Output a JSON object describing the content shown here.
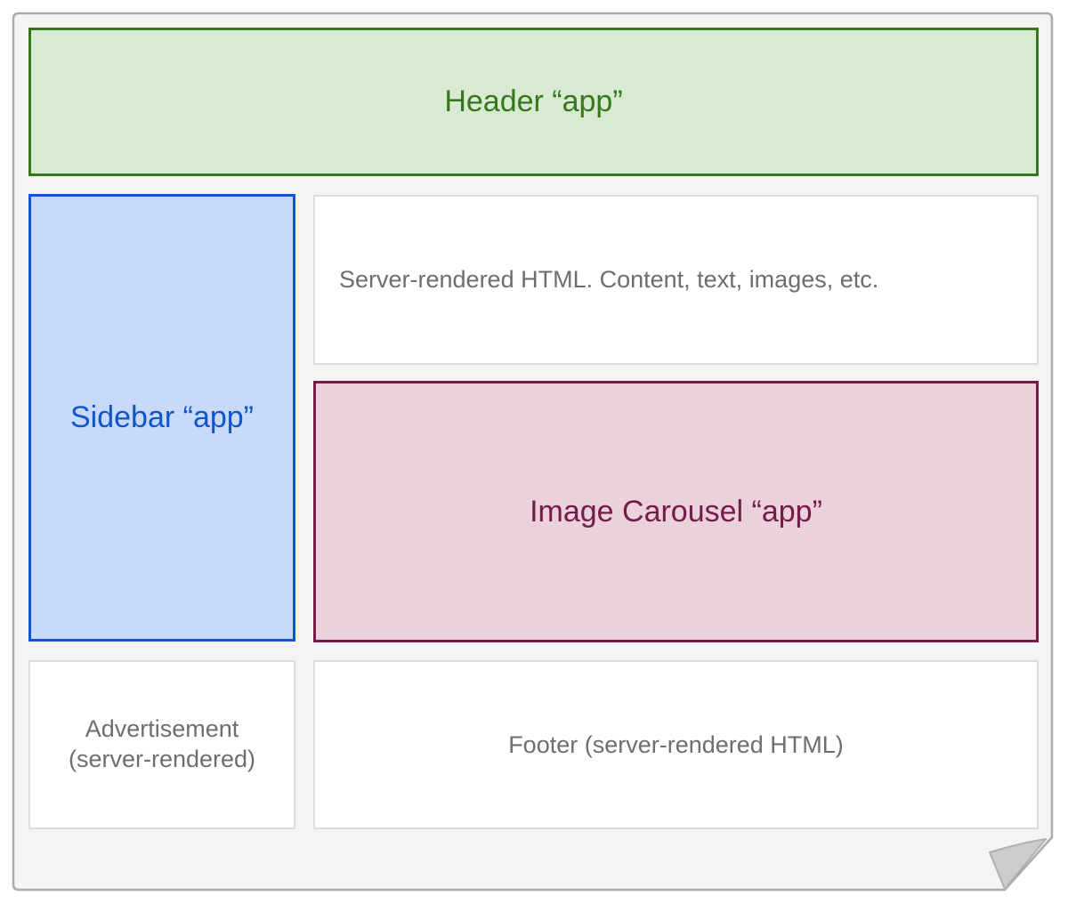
{
  "diagram": {
    "description": "Web page layout diagram: server-rendered page shell with embedded client-side apps",
    "page": {
      "fill": "#f4f4f5",
      "border_color": "#ababab",
      "fold_corner_fill": "#cccccc"
    },
    "boxes": {
      "header": {
        "label": "Header “app”",
        "fill": "#d9ead3",
        "border_color": "#38761d",
        "text_color": "#38761d"
      },
      "sidebar": {
        "label": "Sidebar “app”",
        "fill": "#c9daf8",
        "border_color": "#1155cc",
        "text_color": "#1155cc"
      },
      "content": {
        "label": "Server-rendered HTML. Content, text, images, etc.",
        "fill": "#ffffff",
        "border_color": "#dcdcdc",
        "text_color": "#6e6e6e"
      },
      "carousel": {
        "label": "Image Carousel “app”",
        "fill": "#ead1dc",
        "border_color": "#741b47",
        "text_color": "#741b47"
      },
      "advertisement": {
        "label": "Advertisement (server-rendered)",
        "fill": "#ffffff",
        "border_color": "#dcdcdc",
        "text_color": "#6e6e6e"
      },
      "footer": {
        "label": "Footer (server-rendered HTML)",
        "fill": "#ffffff",
        "border_color": "#dcdcdc",
        "text_color": "#6e6e6e"
      }
    }
  }
}
